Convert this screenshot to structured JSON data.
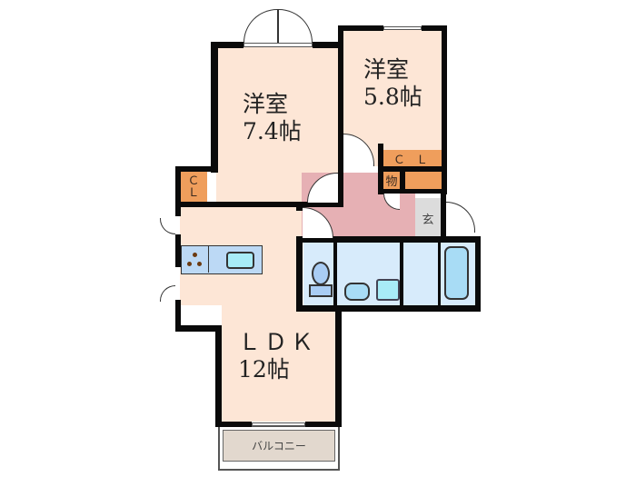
{
  "floorplan": {
    "rooms": {
      "western_room_1": {
        "name": "洋室",
        "size": "7.4帖"
      },
      "western_room_2": {
        "name": "洋室",
        "size": "5.8帖"
      },
      "ldk": {
        "name": "ＬＤＫ",
        "size": "12帖"
      },
      "balcony": {
        "name": "バルコニー"
      },
      "entrance": {
        "name": "玄"
      },
      "storage": {
        "name": "物"
      }
    },
    "closets": {
      "cl_left": {
        "line1": "Ｃ",
        "line2": "Ｌ"
      },
      "cl_right": {
        "name": "Ｃ Ｌ"
      }
    },
    "colors": {
      "room_floor": "#fde6d6",
      "hallway": "#e6b0b4",
      "wet_area": "#d7ebfb",
      "closet": "#ef9e5c",
      "entrance": "#dcdcdc",
      "balcony": "#e2d8ce",
      "wall": "#0a0a0a"
    }
  }
}
